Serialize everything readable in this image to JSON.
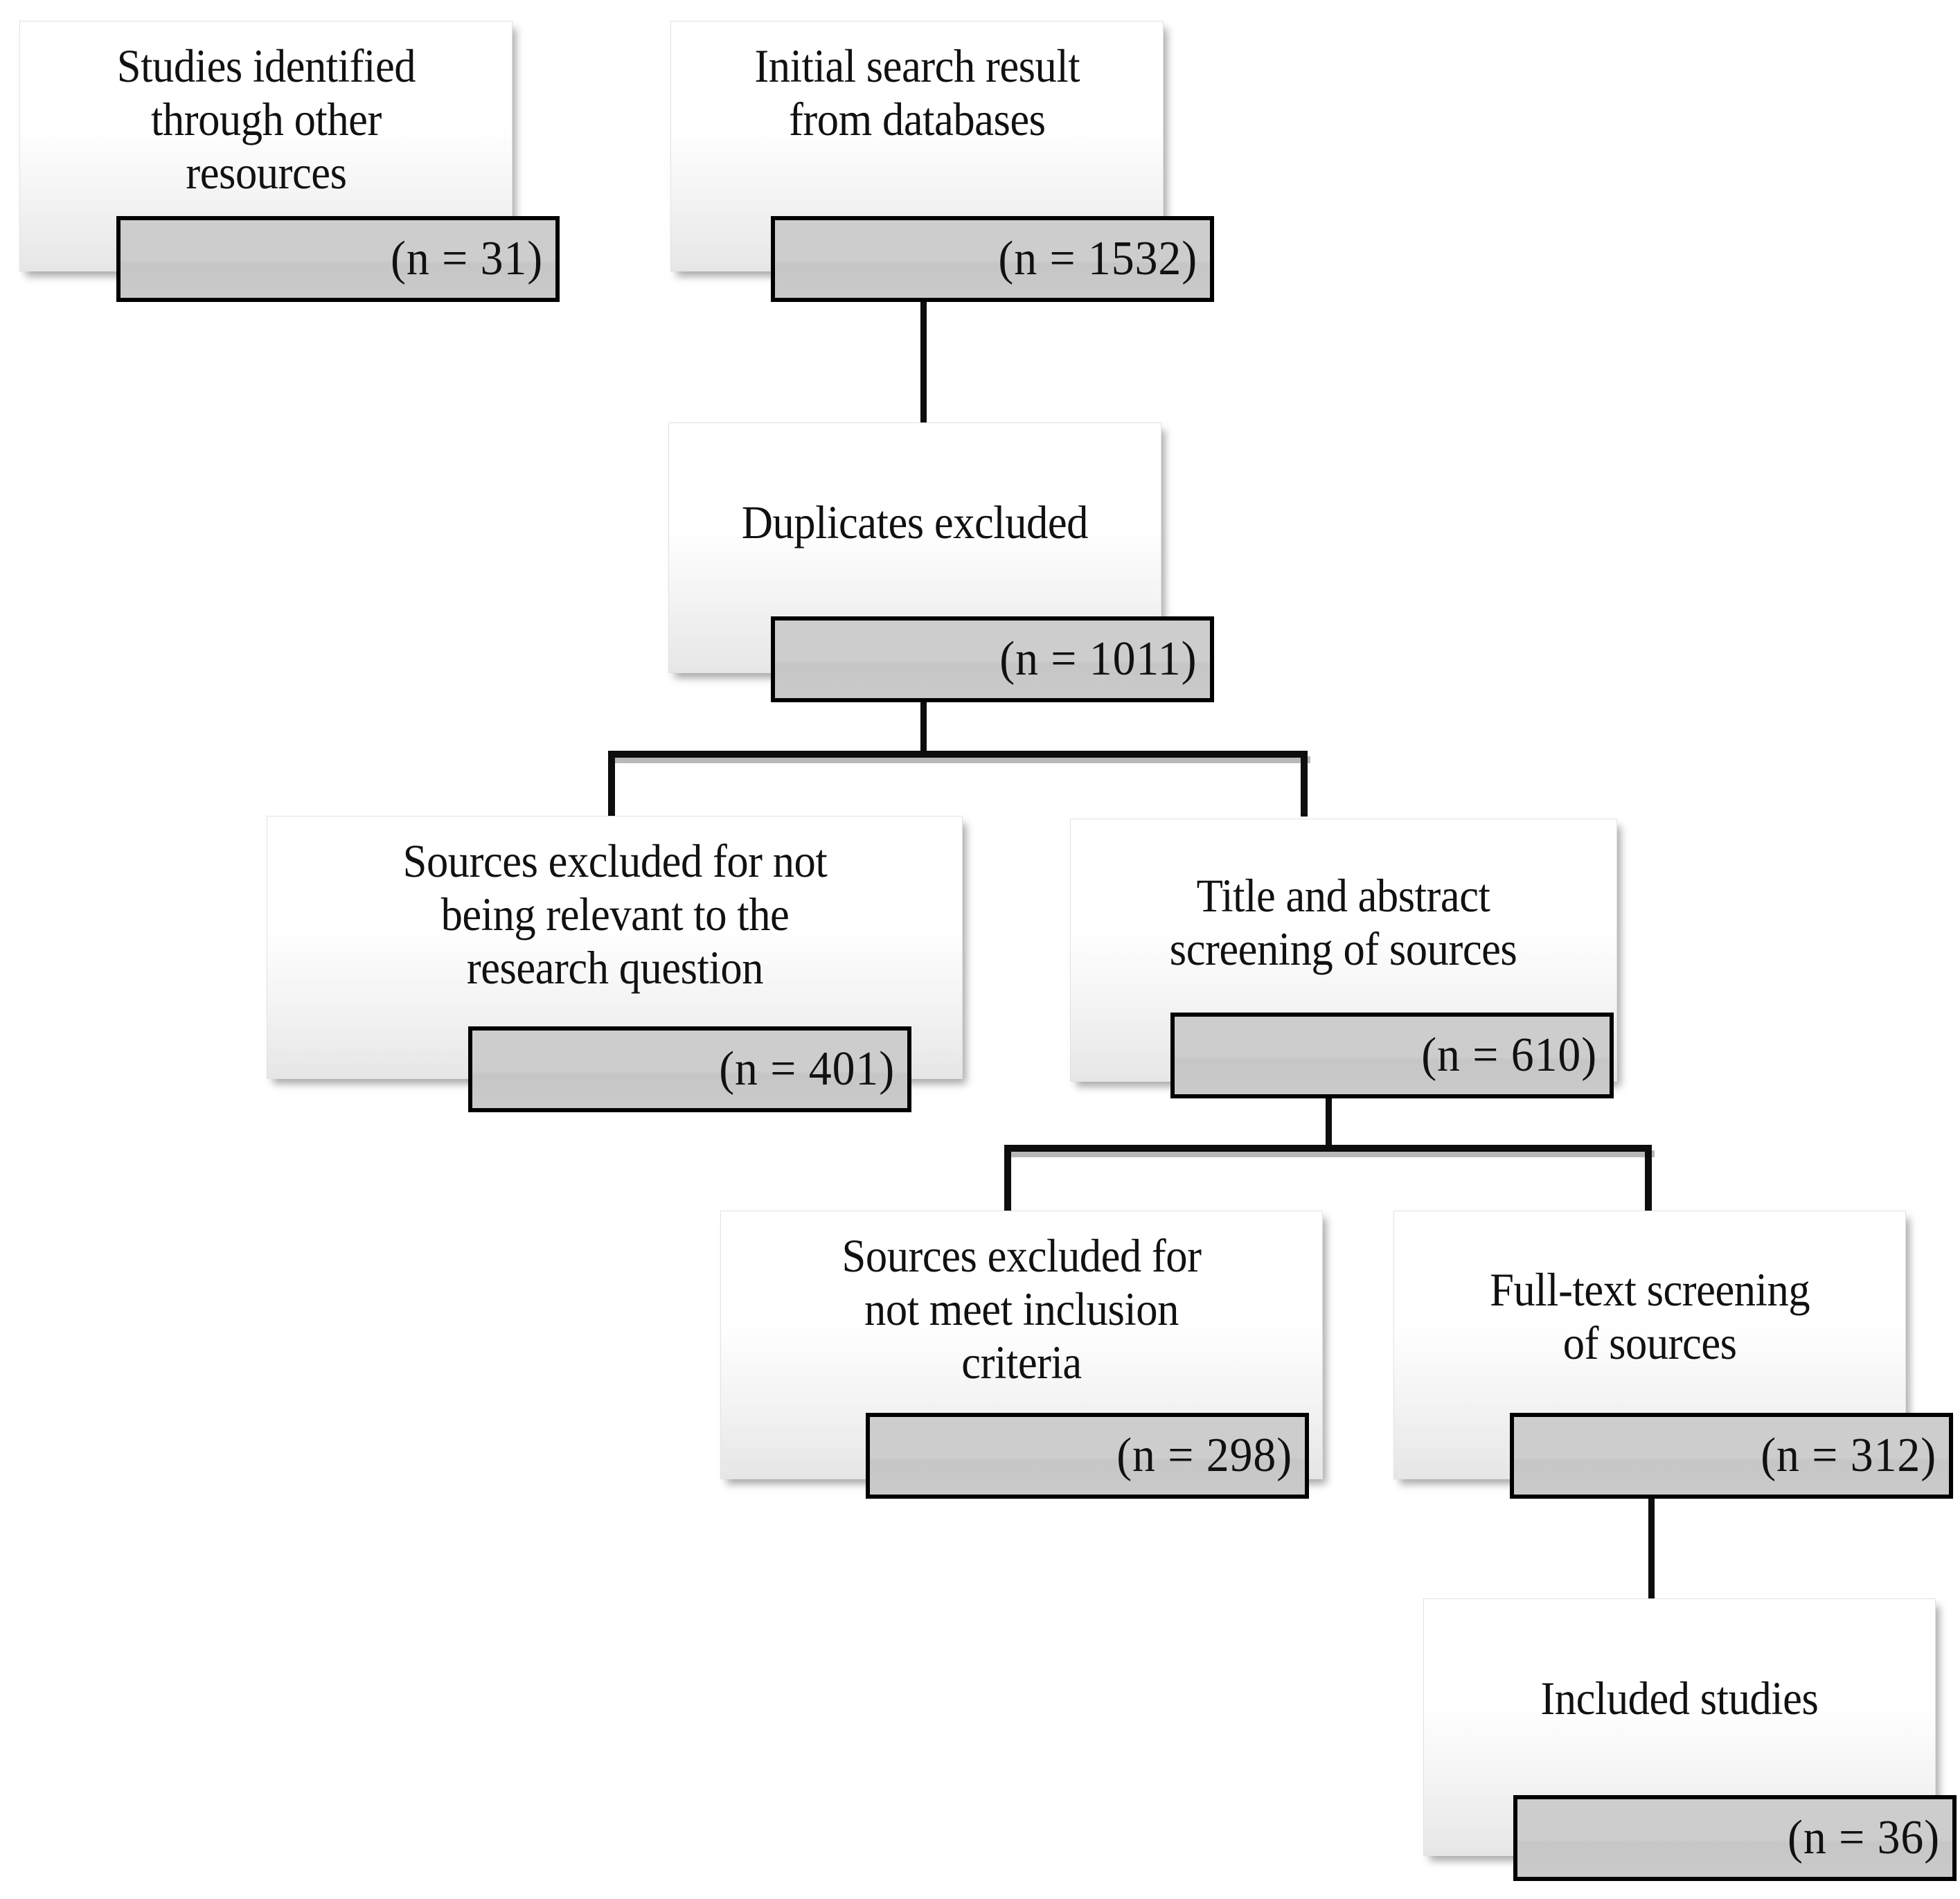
{
  "diagram": {
    "type": "prisma-flow-diagram",
    "title": "PRISMA study selection flow diagram",
    "background_color": "#ffffff",
    "node_fill_color": "#ffffff",
    "count_box_fill_color": "#cccccc",
    "count_box_border_color": "#000000",
    "connector_color": "#0d0d0d",
    "text_color": "#111111"
  },
  "nodes": [
    {
      "id": "other-resources",
      "label": "Studies identified\nthrough other\nresources",
      "count_label": "(n = 31)",
      "count_value": 31
    },
    {
      "id": "initial-search",
      "label": "Initial search result\nfrom databases",
      "count_label": "(n = 1532)",
      "count_value": 1532
    },
    {
      "id": "duplicates-excluded",
      "label": "Duplicates excluded",
      "count_label": "(n = 1011)",
      "count_value": 1011
    },
    {
      "id": "not-relevant-excluded",
      "label": "Sources excluded for not\nbeing relevant to the\nresearch question",
      "count_label": "(n = 401)",
      "count_value": 401
    },
    {
      "id": "title-abstract-screening",
      "label": "Title and abstract\nscreening of sources",
      "count_label": "(n = 610)",
      "count_value": 610
    },
    {
      "id": "inclusion-criteria-excluded",
      "label": "Sources excluded for\nnot meet inclusion\ncriteria",
      "count_label": "(n = 298)",
      "count_value": 298
    },
    {
      "id": "full-text-screening",
      "label": "Full-text screening\nof sources",
      "count_label": "(n = 312)",
      "count_value": 312
    },
    {
      "id": "included-studies",
      "label": "Included studies",
      "count_label": "(n = 36)",
      "count_value": 36
    }
  ],
  "edges": [
    {
      "from": "initial-search",
      "to": "duplicates-excluded"
    },
    {
      "from": "duplicates-excluded",
      "to": "not-relevant-excluded"
    },
    {
      "from": "duplicates-excluded",
      "to": "title-abstract-screening"
    },
    {
      "from": "title-abstract-screening",
      "to": "inclusion-criteria-excluded"
    },
    {
      "from": "title-abstract-screening",
      "to": "full-text-screening"
    },
    {
      "from": "full-text-screening",
      "to": "included-studies"
    }
  ]
}
